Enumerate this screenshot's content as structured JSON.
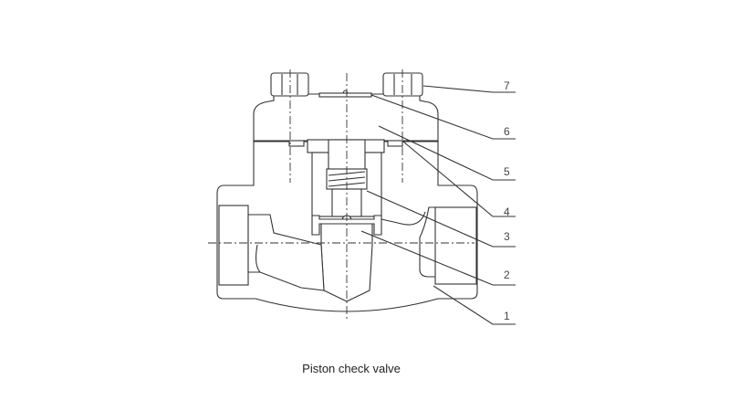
{
  "caption": "Piston check valve",
  "part_labels": [
    "1",
    "2",
    "3",
    "4",
    "5",
    "6",
    "7"
  ]
}
